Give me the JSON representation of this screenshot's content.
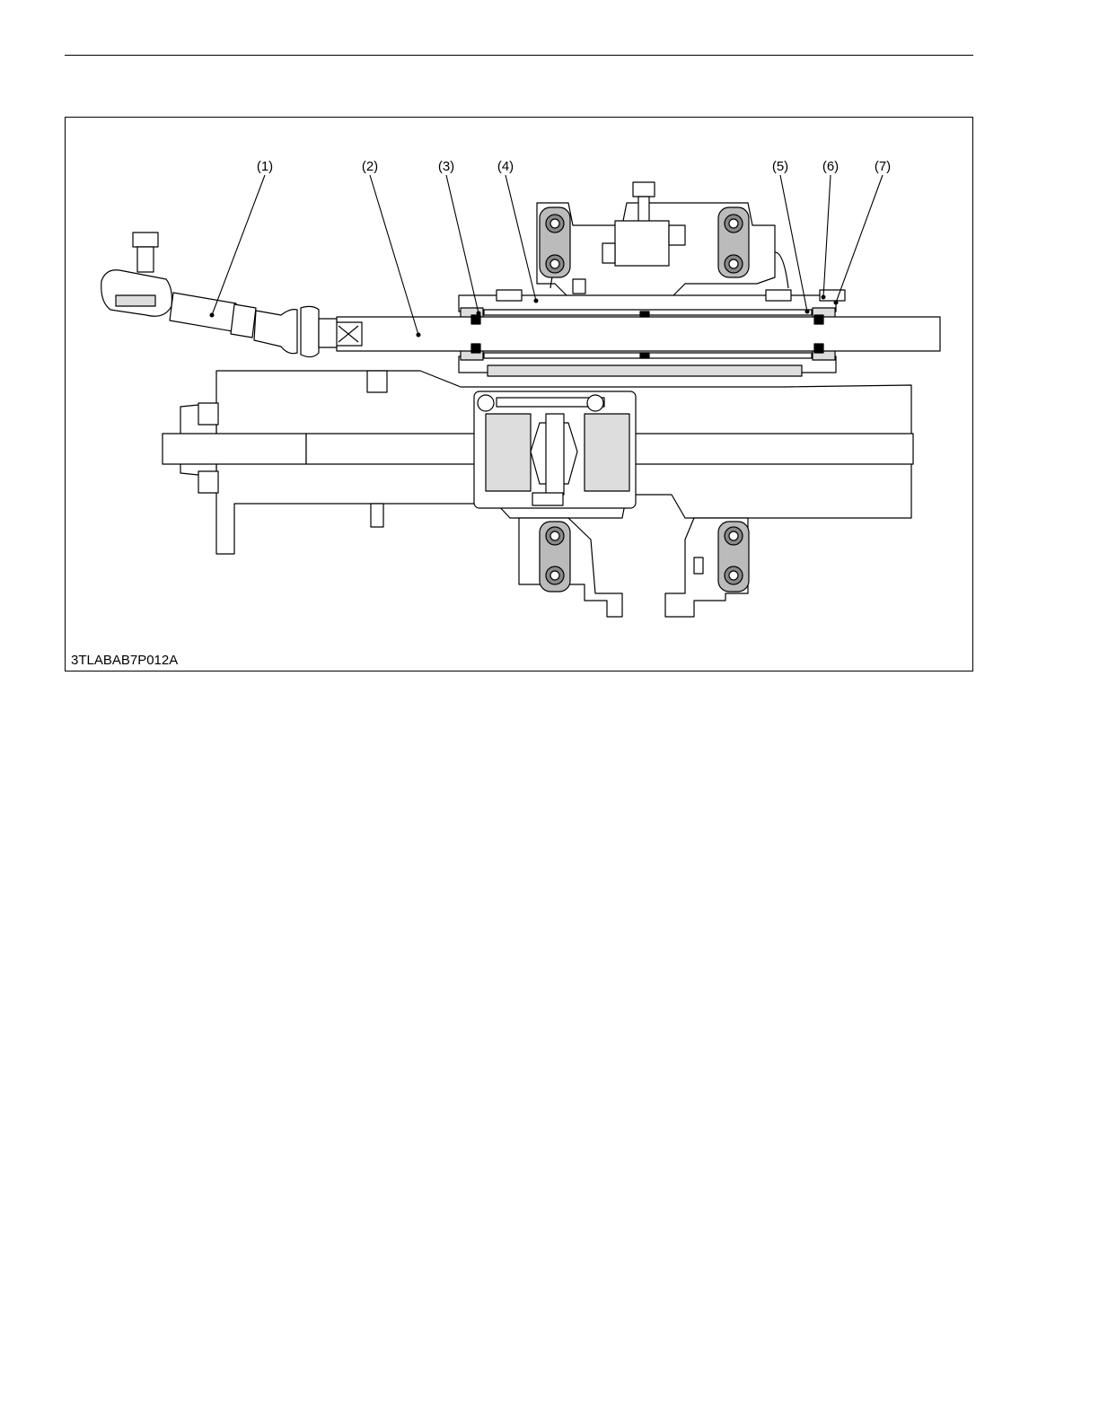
{
  "figure": {
    "code": "3TLABAB7P012A",
    "callouts": [
      "(1)",
      "(2)",
      "(3)",
      "(4)",
      "(5)",
      "(6)",
      "(7)"
    ]
  }
}
